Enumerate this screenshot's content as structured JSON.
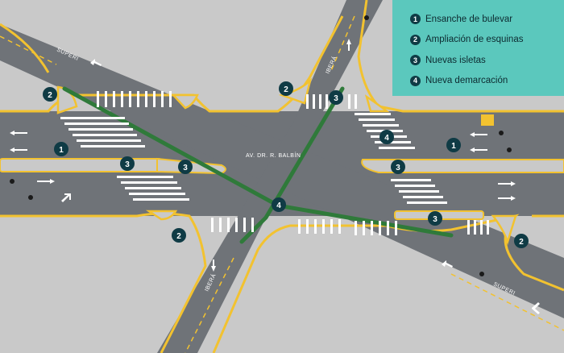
{
  "colors": {
    "road": "#6f7378",
    "block": "#c9c9c9",
    "curb": "#f2c230",
    "bike_lane": "#2f7a3a",
    "crosswalk": "#ffffff",
    "marker": "#0f3b45",
    "legend_bg": "#5bc8bd"
  },
  "street_labels": {
    "superi_top": "SUPERI",
    "iberia_top": "IBERÁ",
    "balbin": "AV. DR. R. BALBÍN",
    "iberia_bottom": "IBERÁ",
    "superi_bottom": "SUPERI"
  },
  "legend": [
    {
      "number": "1",
      "label": "Ensanche de bulevar"
    },
    {
      "number": "2",
      "label": "Ampliación de esquinas"
    },
    {
      "number": "3",
      "label": "Nuevas isletas"
    },
    {
      "number": "4",
      "label": "Nueva demarcación"
    }
  ],
  "markers": [
    {
      "number": "2"
    },
    {
      "number": "2"
    },
    {
      "number": "3"
    },
    {
      "number": "1"
    },
    {
      "number": "3"
    },
    {
      "number": "3"
    },
    {
      "number": "4"
    },
    {
      "number": "1"
    },
    {
      "number": "3"
    },
    {
      "number": "4"
    },
    {
      "number": "3"
    },
    {
      "number": "2"
    },
    {
      "number": "2"
    }
  ],
  "icons": [
    "arrow-left-icon",
    "arrow-right-icon",
    "turn-arrow-icon",
    "bicycle-icon"
  ]
}
